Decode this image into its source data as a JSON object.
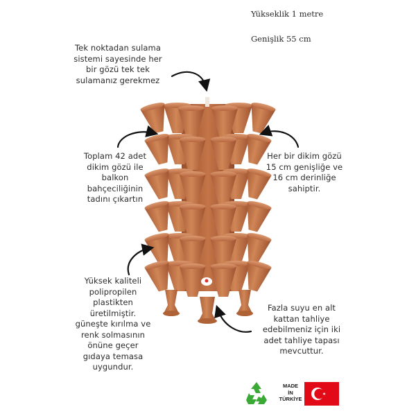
{
  "specs": {
    "height": "Yükseklik 1 metre",
    "width": "Genişlik 55 cm"
  },
  "features": {
    "single_point_watering": "Tek noktadan sulama\nsistemi sayesinde her\nbir gözü tek tek\nsulamanız gerekmez",
    "pockets_total": "Toplam 42 adet\ndikim gözü ile\nbalkon\nbahçeciliğinin\ntadını çıkartın",
    "pocket_size": "Her bir dikim gözü\n15 cm genişliğe ve\n16 cm derinliğe\nsahiptir.",
    "material": "Yüksek kaliteli\npolipropilen\nplastikten\nüretilmiştir.\ngüneşte kırılma ve\nrenk solmasının\nönüne geçer\ngıdaya temasa\nuygundur.",
    "drain_plugs": "Fazla suyu en alt\nkattan tahliye\nedebilmeniz için iki\nadet tahliye tapası\nmevcuttur."
  },
  "badges": {
    "made_line1": "MADE",
    "made_line2": "İN",
    "made_line3": "TÜRKİYE",
    "recycle_icon": "recycle-icon",
    "flag_icon": "turkey-flag-icon"
  },
  "colors": {
    "terracotta": "#c8744a",
    "terracotta_dark": "#a85a35",
    "terracotta_light": "#d98f66",
    "flag_red": "#e30a17",
    "recycle_green": "#3aa935"
  }
}
